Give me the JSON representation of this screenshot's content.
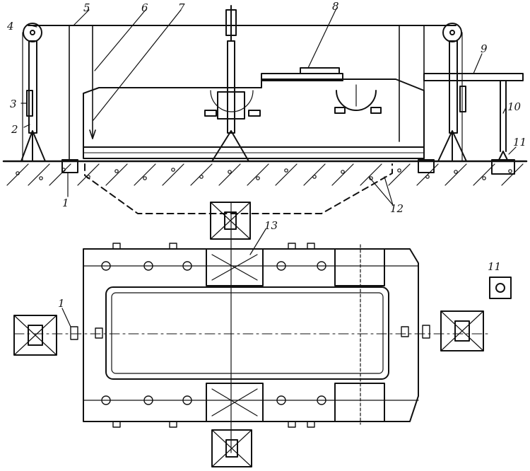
{
  "labels": {
    "l1": "1",
    "l2": "2",
    "l3": "3",
    "l4": "4",
    "l5": "5",
    "l6": "6",
    "l7": "7",
    "l8": "8",
    "l9": "9",
    "l10": "10",
    "l11": "11",
    "l12": "12",
    "l13": "13",
    "l1b": "1",
    "l11b": "11"
  },
  "colors": {
    "ink": "#111111",
    "paper": "#ffffff"
  }
}
